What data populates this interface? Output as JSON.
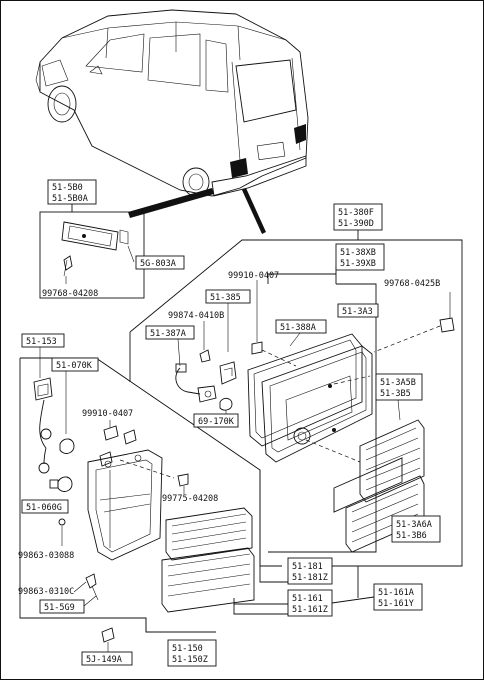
{
  "labels": {
    "p51_5B0": "51-5B0",
    "p51_5B0A": "51-5B0A",
    "p5G_803A": "5G-803A",
    "p99768_04208": "99768-04208",
    "p51_380F": "51-380F",
    "p51_390D": "51-390D",
    "p51_38XB": "51-38XB",
    "p51_39XB": "51-39XB",
    "p99910_0407_top": "99910-0407",
    "p99768_0425B": "99768-0425B",
    "p51_385": "51-385",
    "p99874_0410B": "99874-0410B",
    "p51_3A3": "51-3A3",
    "p51_387A": "51-387A",
    "p51_388A": "51-388A",
    "p69_170K": "69-170K",
    "p51_3A5B": "51-3A5B",
    "p51_3B5": "51-3B5",
    "p51_153": "51-153",
    "p51_070K": "51-070K",
    "p99910_0407_mid": "99910-0407",
    "p99775_04208": "99775-04208",
    "p51_060G": "51-060G",
    "p51_3A6A": "51-3A6A",
    "p51_3B6": "51-3B6",
    "p99863_03088": "99863-03088",
    "p51_181": "51-181",
    "p51_181Z": "51-181Z",
    "p99863_0310C": "99863-0310C",
    "p51_161": "51-161",
    "p51_161Z": "51-161Z",
    "p51_161A": "51-161A",
    "p51_161Y": "51-161Y",
    "p51_5G9": "51-5G9",
    "p51_150": "51-150",
    "p51_150Z": "51-150Z",
    "p5J_149A": "5J-149A"
  }
}
